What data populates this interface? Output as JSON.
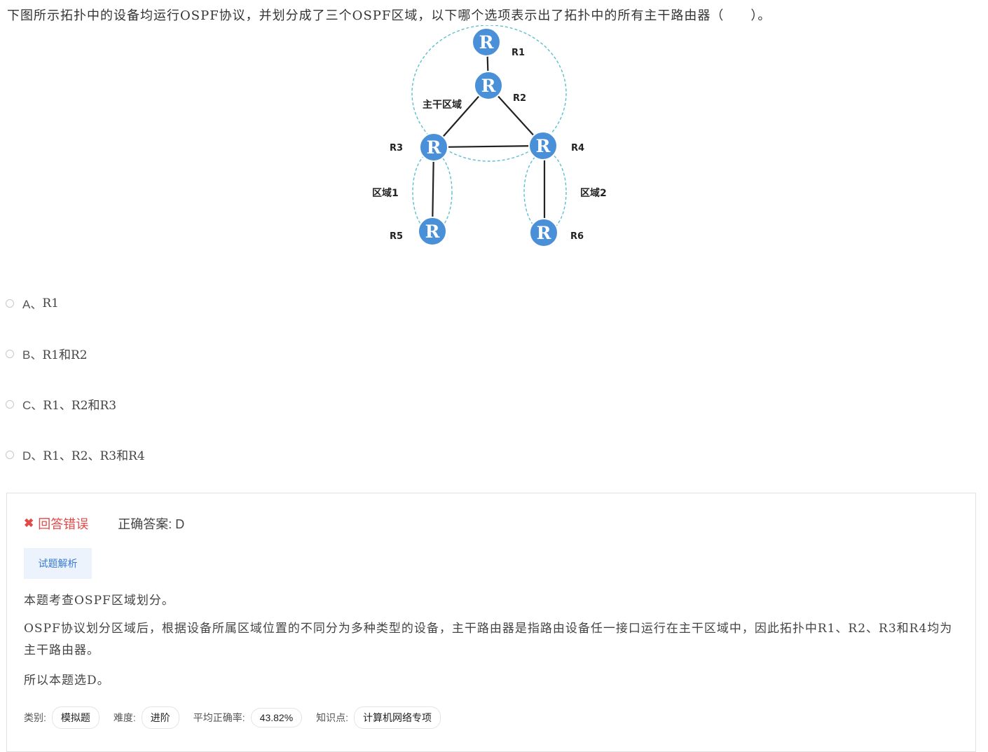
{
  "question": {
    "text": "下图所示拓扑中的设备均运行OSPF协议，并划分成了三个OSPF区域，以下哪个选项表示出了拓扑中的所有主干路由器（　　）。"
  },
  "diagram": {
    "router_glyph": "R",
    "labels": {
      "r1": "R1",
      "r2": "R2",
      "r3": "R3",
      "r4": "R4",
      "r5": "R5",
      "r6": "R6",
      "backbone": "主干区域",
      "area1": "区域1",
      "area2": "区域2"
    },
    "colors": {
      "router": "#4a90d9",
      "area_border": "#5bbfcf",
      "link": "#222222"
    }
  },
  "options": [
    {
      "letter": "A、",
      "text": "R1"
    },
    {
      "letter": "B、",
      "text": "R1和R2"
    },
    {
      "letter": "C、",
      "text": "R1、R2和R3"
    },
    {
      "letter": "D、",
      "text": "R1、R2、R3和R4"
    }
  ],
  "result": {
    "wrong_icon": "✖",
    "wrong_label": "回答错误",
    "correct_answer": "正确答案: D"
  },
  "analysis_tab": {
    "label": "试题解析"
  },
  "explanation": {
    "p1": "本题考查OSPF区域划分。",
    "p2": "OSPF协议划分区域后，根据设备所属区域位置的不同分为多种类型的设备，主干路由器是指路由设备任一接口运行在主干区域中，因此拓扑中R1、R2、R3和R4均为主干路由器。",
    "p3": "所以本题选D。"
  },
  "meta": {
    "category_label": "类别:",
    "category_value": "模拟题",
    "difficulty_label": "难度:",
    "difficulty_value": "进阶",
    "accuracy_label": "平均正确率:",
    "accuracy_value": "43.82%",
    "knowledge_label": "知识点:",
    "knowledge_value": "计算机网络专项"
  }
}
